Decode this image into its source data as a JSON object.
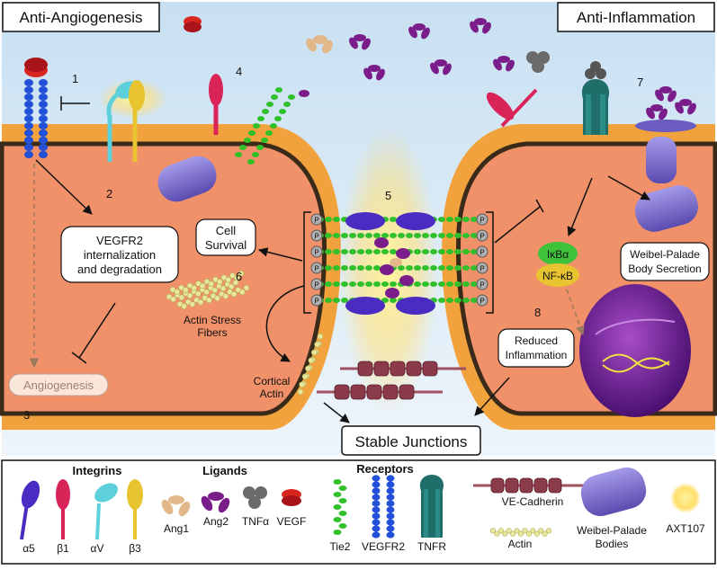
{
  "sections": {
    "left": "Anti-Angiogenesis",
    "right": "Anti-Inflammation"
  },
  "numbers": [
    "1",
    "2",
    "3",
    "4",
    "5",
    "6",
    "7",
    "8"
  ],
  "labels": {
    "vegfr2_internalization": [
      "VEGFR2",
      "internalization",
      "and degradation"
    ],
    "angiogenesis": "Angiogenesis",
    "cell_survival": [
      "Cell",
      "Survival"
    ],
    "actin_stress_fibers": [
      "Actin Stress",
      "Fibers"
    ],
    "cortical_actin": [
      "Cortical",
      "Actin"
    ],
    "stable_junctions": "Stable Junctions",
    "reduced_inflammation": [
      "Reduced",
      "Inflammation"
    ],
    "weibel_palade_secretion": [
      "Weibel-Palade",
      "Body Secretion"
    ],
    "ikba": "IκBα",
    "nfkb": "NF-κB",
    "phospho": "P"
  },
  "legend": {
    "integrins": {
      "title": "Integrins",
      "items": [
        "α5",
        "β1",
        "αV",
        "β3"
      ]
    },
    "ligands": {
      "title": "Ligands",
      "items": [
        "Ang1",
        "Ang2",
        "TNFα",
        "VEGF"
      ]
    },
    "receptors": {
      "title": "Receptors",
      "items": [
        "Tie2",
        "VEGFR2",
        "TNFR"
      ]
    },
    "ve_cadherin": "VE-Cadherin",
    "actin": "Actin",
    "weibel_palade": [
      "Weibel-Palade",
      "Bodies"
    ],
    "axt107": "AXT107"
  },
  "colors": {
    "cytoplasm": "#f0916a",
    "membrane": "#f2a23c",
    "lumen": "#d9eaf7",
    "alpha5": "#4a2cc2",
    "beta1": "#d9245a",
    "alphaV": "#5ed0dc",
    "beta3": "#e8c430",
    "tie2": "#2fc02a",
    "vegfr2": "#2250d8",
    "tnfr": "#1f6e6a",
    "ang1": "#e2b88a",
    "ang2": "#7a1d8a",
    "tnfa": "#6a6a6a",
    "vegf": "#d8261e",
    "cadherin": "#8a3a48",
    "actin": "#e8e79a",
    "weibel": "#7a6cc8",
    "axt107": "#ffd84a"
  }
}
